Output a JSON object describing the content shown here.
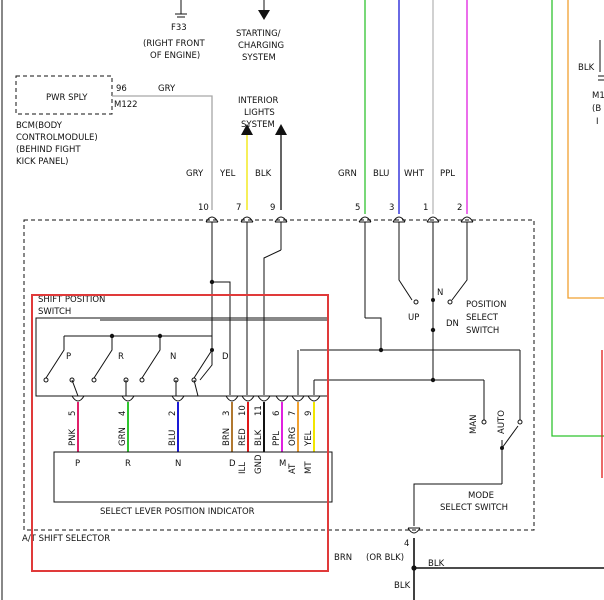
{
  "colors": {
    "gry": "#a6a6a6",
    "yel": "#f2e600",
    "blk": "#111111",
    "grn": "#2fc42f",
    "blu": "#1a1ad6",
    "wht": "#b8b8b8",
    "ppl": "#e020e0",
    "pnk": "#e0206a",
    "brn": "#b07830",
    "red": "#e01818",
    "org": "#f0a030",
    "highlight": "#e03a3a"
  },
  "labels": {
    "f33": "F33",
    "f33_loc1": "(RIGHT FRONT",
    "f33_loc2": "OF ENGINE)",
    "starting1": "STARTING/",
    "starting2": "CHARGING",
    "starting3": "SYSTEM",
    "interior1": "INTERIOR",
    "interior2": "LIGHTS",
    "interior3": "SYSTEM",
    "pwr_sply": "PWR SPLY",
    "pin96": "96",
    "m122": "M122",
    "gry_wire": "GRY",
    "bcm1": "BCM(BODY",
    "bcm2": "CONTROLMODULE)",
    "bcm3": "(BEHIND FIGHT",
    "bcm4": "KICK PANEL)",
    "top_gry": "GRY",
    "top_yel": "YEL",
    "top_blk": "BLK",
    "top_grn": "GRN",
    "top_blu": "BLU",
    "top_wht": "WHT",
    "top_ppl": "PPL",
    "pin10": "10",
    "pin7": "7",
    "pin9": "9",
    "pin5": "5",
    "pin3": "3",
    "pin1": "1",
    "pin2": "2",
    "blk_right": "BLK",
    "m1": "M1",
    "b_paren": "(B",
    "i_paren": "I",
    "shift1": "SHIFT POSITION",
    "shift2": "SWITCH",
    "p": "P",
    "r": "R",
    "n": "N",
    "d": "D",
    "up": "UP",
    "n_small": "N",
    "dn": "DN",
    "pss1": "POSITION",
    "pss2": "SELECT",
    "pss3": "SWITCH",
    "man": "MAN",
    "auto": "AUTO",
    "mode1": "MODE",
    "mode2": "SELECT SWITCH",
    "indicator": "SELECT LEVER POSITION INDICATOR",
    "at_selector": "A/T SHIFT SELECTOR",
    "pin4": "4",
    "brn_bottom": "BRN",
    "or_blk": "(OR BLK)",
    "blk_bottom": "BLK",
    "blk_bottom2": "BLK"
  },
  "bottom_pins": [
    {
      "num": "5",
      "color": "PNK",
      "term": "P"
    },
    {
      "num": "4",
      "color": "GRN",
      "term": "R"
    },
    {
      "num": "2",
      "color": "BLU",
      "term": "N"
    },
    {
      "num": "3",
      "color": "BRN",
      "term": "D"
    },
    {
      "num": "10",
      "color": "RED",
      "term": "ILL"
    },
    {
      "num": "11",
      "color": "BLK",
      "term": "GND"
    },
    {
      "num": "6",
      "color": "PPL",
      "term": "M"
    },
    {
      "num": "7",
      "color": "ORG",
      "term": "AT"
    },
    {
      "num": "9",
      "color": "YEL",
      "term": "MT"
    }
  ]
}
